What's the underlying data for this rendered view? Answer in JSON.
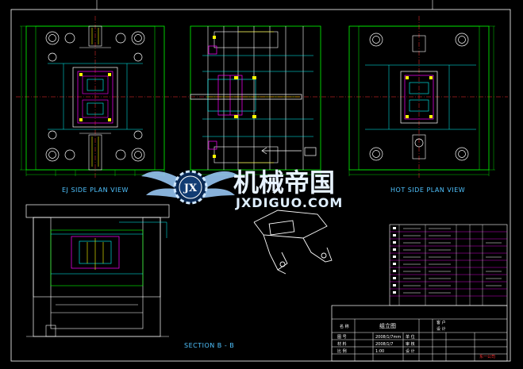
{
  "views": {
    "ej_label": "EJ SIDE PLAN VIEW",
    "hot_label": "HOT SIDE PLAN VIEW",
    "section_label": "SECTION B - B"
  },
  "watermark": {
    "cn": "机械帝国",
    "en": "JXDIGUO.COM",
    "emblem": "JX"
  },
  "title_block": {
    "name_label": "名 称",
    "drawing_title": "组立图",
    "customer_label": "客 户",
    "design_label": "设 计",
    "row_labels": [
      "图 号",
      "材 料",
      "比 例"
    ],
    "row_values": [
      "2008/1/7mm",
      "2008/1/7",
      "1:00"
    ],
    "check_labels": [
      "单 位",
      "审 核",
      "设 计"
    ],
    "company": "东一公司"
  },
  "colors": {
    "background": "#000000",
    "frame": "#ffffff",
    "lines_green": "#00ff00",
    "lines_cyan": "#00ffff",
    "lines_magenta": "#ff00ff",
    "lines_yellow": "#ffff00",
    "lines_red": "#ff3030",
    "labels_blue": "#4fc3ff"
  }
}
